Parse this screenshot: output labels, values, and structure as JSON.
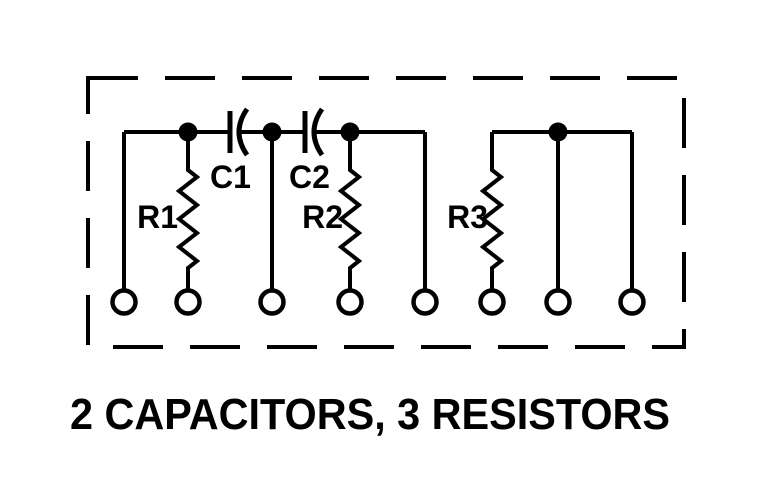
{
  "page": {
    "background_color": "#ffffff",
    "ink_color": "#000000"
  },
  "diagram": {
    "caption": "2 CAPACITORS, 3 RESISTORS",
    "labels": {
      "r1": "R1",
      "c1": "C1",
      "c2": "C2",
      "r2": "R2",
      "r3": "R3"
    },
    "terminal_count": 8,
    "component_summary": {
      "capacitors": 2,
      "resistors": 3
    }
  }
}
